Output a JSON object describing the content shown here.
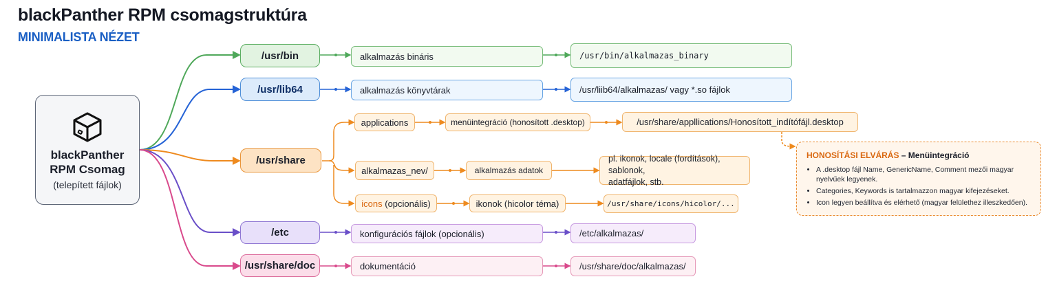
{
  "header": {
    "title": "blackPanther RPM csomagstruktúra",
    "subtitle": "MINIMALISTA NÉZET"
  },
  "root": {
    "icon": "package-box-icon",
    "name_line1": "blackPanther",
    "name_line2": "RPM Csomag",
    "caption": "(telepített fájlok)"
  },
  "colors": {
    "green": "#4fa85a",
    "blue": "#2563d6",
    "orange": "#ee8a1e",
    "purple": "#6a4fc8",
    "pink": "#d94a8c",
    "subtitle": "#1a5fc4",
    "note_accent": "#d9670f"
  },
  "branches": {
    "bin": {
      "dir": "/usr/bin",
      "desc": "alkalmazás bináris",
      "target": "/usr/bin/alkalmazas_binary"
    },
    "lib64": {
      "dir": "/usr/lib64",
      "desc": "alkalmazás könyvtárak",
      "target": "/usr/liib64/alkalmazas/ vagy *.so fájlok"
    },
    "share": {
      "dir": "/usr/share",
      "children": {
        "applications": {
          "name": "applications",
          "desc": "menüintegráció (honosított .desktop)",
          "target": "/usr/share/appllications/Honosított_indítófájl.desktop"
        },
        "appdir": {
          "name": "alkalmazas_nev/",
          "desc": "alkalmazás adatok",
          "target_line1": "pl. ikonok, locale (fordítások), sablonok,",
          "target_line2": "adatfájlok, stb."
        },
        "icons": {
          "name_highlight": "icons",
          "name_rest": " (opcionális)",
          "desc": "ikonok (hicolor téma)",
          "target": "/usr/share/icons/hicolor/..."
        }
      }
    },
    "etc": {
      "dir": "/etc",
      "desc": "konfigurációs fájlok (opcionális)",
      "target": "/etc/alkalmazas/"
    },
    "doc": {
      "dir": "/usr/share/doc",
      "desc": "dokumentáció",
      "target": "/usr/share/doc/alkalmazas/"
    }
  },
  "note": {
    "heading_accent": "HONOSÍTÁSI ELVÁRÁS",
    "heading_rest": " – Menüintegráció",
    "items": [
      "A .desktop fájl Name, GenericName, Comment mezői magyar nyelvűek legyenek.",
      "Categories, Keywords is tartalmazzon magyar kifejezéseket.",
      "Icon legyen beállítva és elérhető (magyar felülethez illeszkedően)."
    ]
  }
}
